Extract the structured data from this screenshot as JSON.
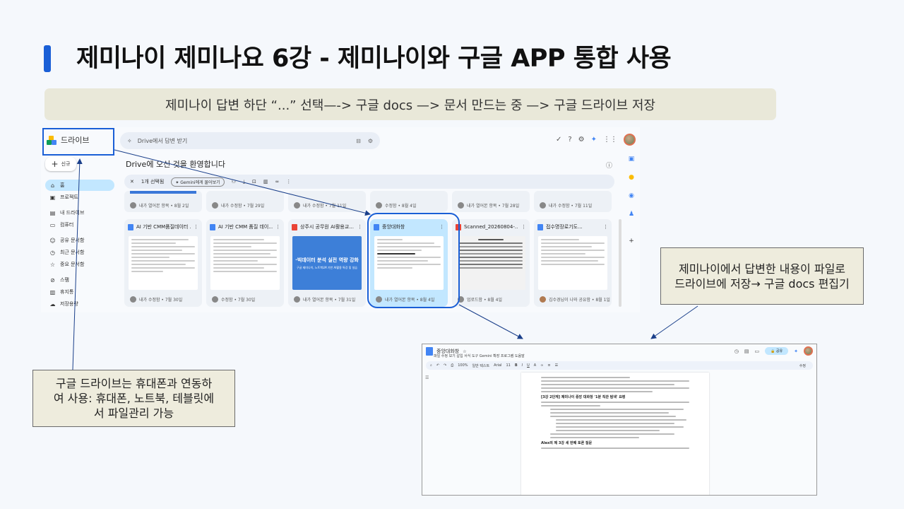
{
  "slide": {
    "title": "제미나이 제미나요 6강 - 제미나이와 구글 APP 통합 사용",
    "subtitle": "제미나이 답변 하단 “...” 선택—-> 구글 docs —> 문서 만드는 중 —> 구글 드라이브 저장",
    "callout_right": "제미나이에서 답변한 내용이 파일로 드라이브에 저장→ 구글 docs 편집기",
    "callout_left": "구글 드라이브는 휴대폰과 연동하여 사용: 휴대폰, 노트북, 테블릿에서 파일관리 가능",
    "accent_color": "#1a5fd6"
  },
  "drive": {
    "app_name": "드라이브",
    "search_placeholder": "Drive에서 답변 받기",
    "new_label": "신규",
    "welcome": "Drive에 오신 것을 환영합니다",
    "selection": {
      "count": "1개 선택됨",
      "gemini_chip": "Gemini에게 물어보기"
    },
    "sidebar": [
      {
        "label": "홈",
        "icon": "home-icon"
      },
      {
        "label": "프로젝트",
        "icon": "project-icon"
      },
      {
        "label": "내 드라이브",
        "icon": "my-drive-icon"
      },
      {
        "label": "컴퓨터",
        "icon": "computer-icon"
      },
      {
        "label": "공유 문서함",
        "icon": "shared-icon"
      },
      {
        "label": "최근 문서함",
        "icon": "recent-icon"
      },
      {
        "label": "중요 문서함",
        "icon": "star-icon"
      },
      {
        "label": "스팸",
        "icon": "spam-icon"
      },
      {
        "label": "휴지통",
        "icon": "trash-icon"
      },
      {
        "label": "저장용량",
        "icon": "cloud-icon"
      }
    ],
    "top_row": [
      {
        "foot": "내가 열어본 항목 • 8월 2일"
      },
      {
        "foot": "내가 수정함 • 7월 29일"
      },
      {
        "foot": "내가 수정함 • 7월 11일"
      },
      {
        "foot": "수정함 • 8월 4일"
      },
      {
        "foot": "내가 열어본 항목 • 7월 28일"
      },
      {
        "foot": "내가 수정함 • 7월 11일"
      }
    ],
    "cards": [
      {
        "title": "AI 기반 CMM품질데이터 ...",
        "type": "doc",
        "foot": "내가 수정함 • 7월 30일"
      },
      {
        "title": "AI 기반 CMM 품질 데이...",
        "type": "doc",
        "foot": "수정함 • 7월 30일"
      },
      {
        "title": "상주시 공무원 AI활용교...",
        "type": "pdf",
        "foot": "내가 열어본 항목 • 7월 31일",
        "thumb_text": "·빅데이터 분석 실전 역량 강화",
        "thumb_sub": "구글 제미나이, 노트북LM 기반 AI활용 특강 및 실습"
      },
      {
        "title": "중앙대화창",
        "type": "doc",
        "foot": "내가 열어본 항목 • 8월 4일"
      },
      {
        "title": "Scanned_20260804-...",
        "type": "pdf",
        "foot": "업로드함 • 8월 4일"
      },
      {
        "title": "접수명장로기도...",
        "type": "doc",
        "foot": "김수경님이 나와 공유함 • 8월 1일"
      }
    ]
  },
  "docs": {
    "title": "중앙대화창",
    "menu": "파일  수정  보기  삽입  서식  도구  Gemini  확장 프로그램  도움말",
    "zoom": "100%",
    "style": "일반 텍스트",
    "font": "Arial",
    "font_size": "11",
    "share_label": "공유",
    "mode_label": "수정",
    "heading1": "[3강 2단계] 제미나이 중앙 대화창 '1분 직관 탐색' 요령",
    "heading2": "Alex의 제 3강 세 번째 토론 질문"
  }
}
